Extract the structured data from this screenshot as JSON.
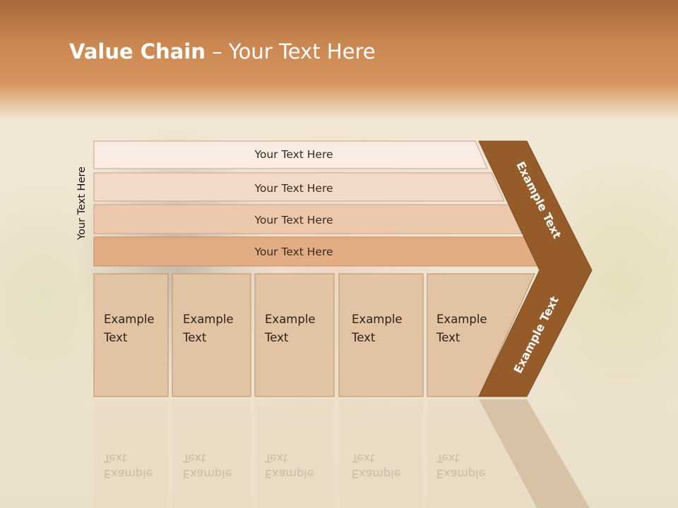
{
  "slide": {
    "title_bold": "Value Chain",
    "title_rest": " – Your Text Here",
    "side_label": "Your Text Here"
  },
  "bands": [
    {
      "label": "Your Text Here",
      "color": "#f9ece2"
    },
    {
      "label": "Your Text Here",
      "color": "#f2dac8"
    },
    {
      "label": "Your Text Here",
      "color": "#ecc8ac"
    },
    {
      "label": "Your Text Here",
      "color": "#e2ac84"
    }
  ],
  "boxes": [
    {
      "line1": "Example",
      "line2": "Text"
    },
    {
      "line1": "Example",
      "line2": "Text"
    },
    {
      "line1": "Example",
      "line2": "Text"
    },
    {
      "line1": "Example",
      "line2": "Text"
    },
    {
      "line1": "Example",
      "line2": "Text"
    }
  ],
  "chevron": {
    "upper_label": "Example Text",
    "lower_label": "Example Text",
    "color": "#955c2a"
  },
  "colors": {
    "box_fill": "#e2c3a3",
    "box_stroke": "#b8926e",
    "header": "#c98650"
  }
}
